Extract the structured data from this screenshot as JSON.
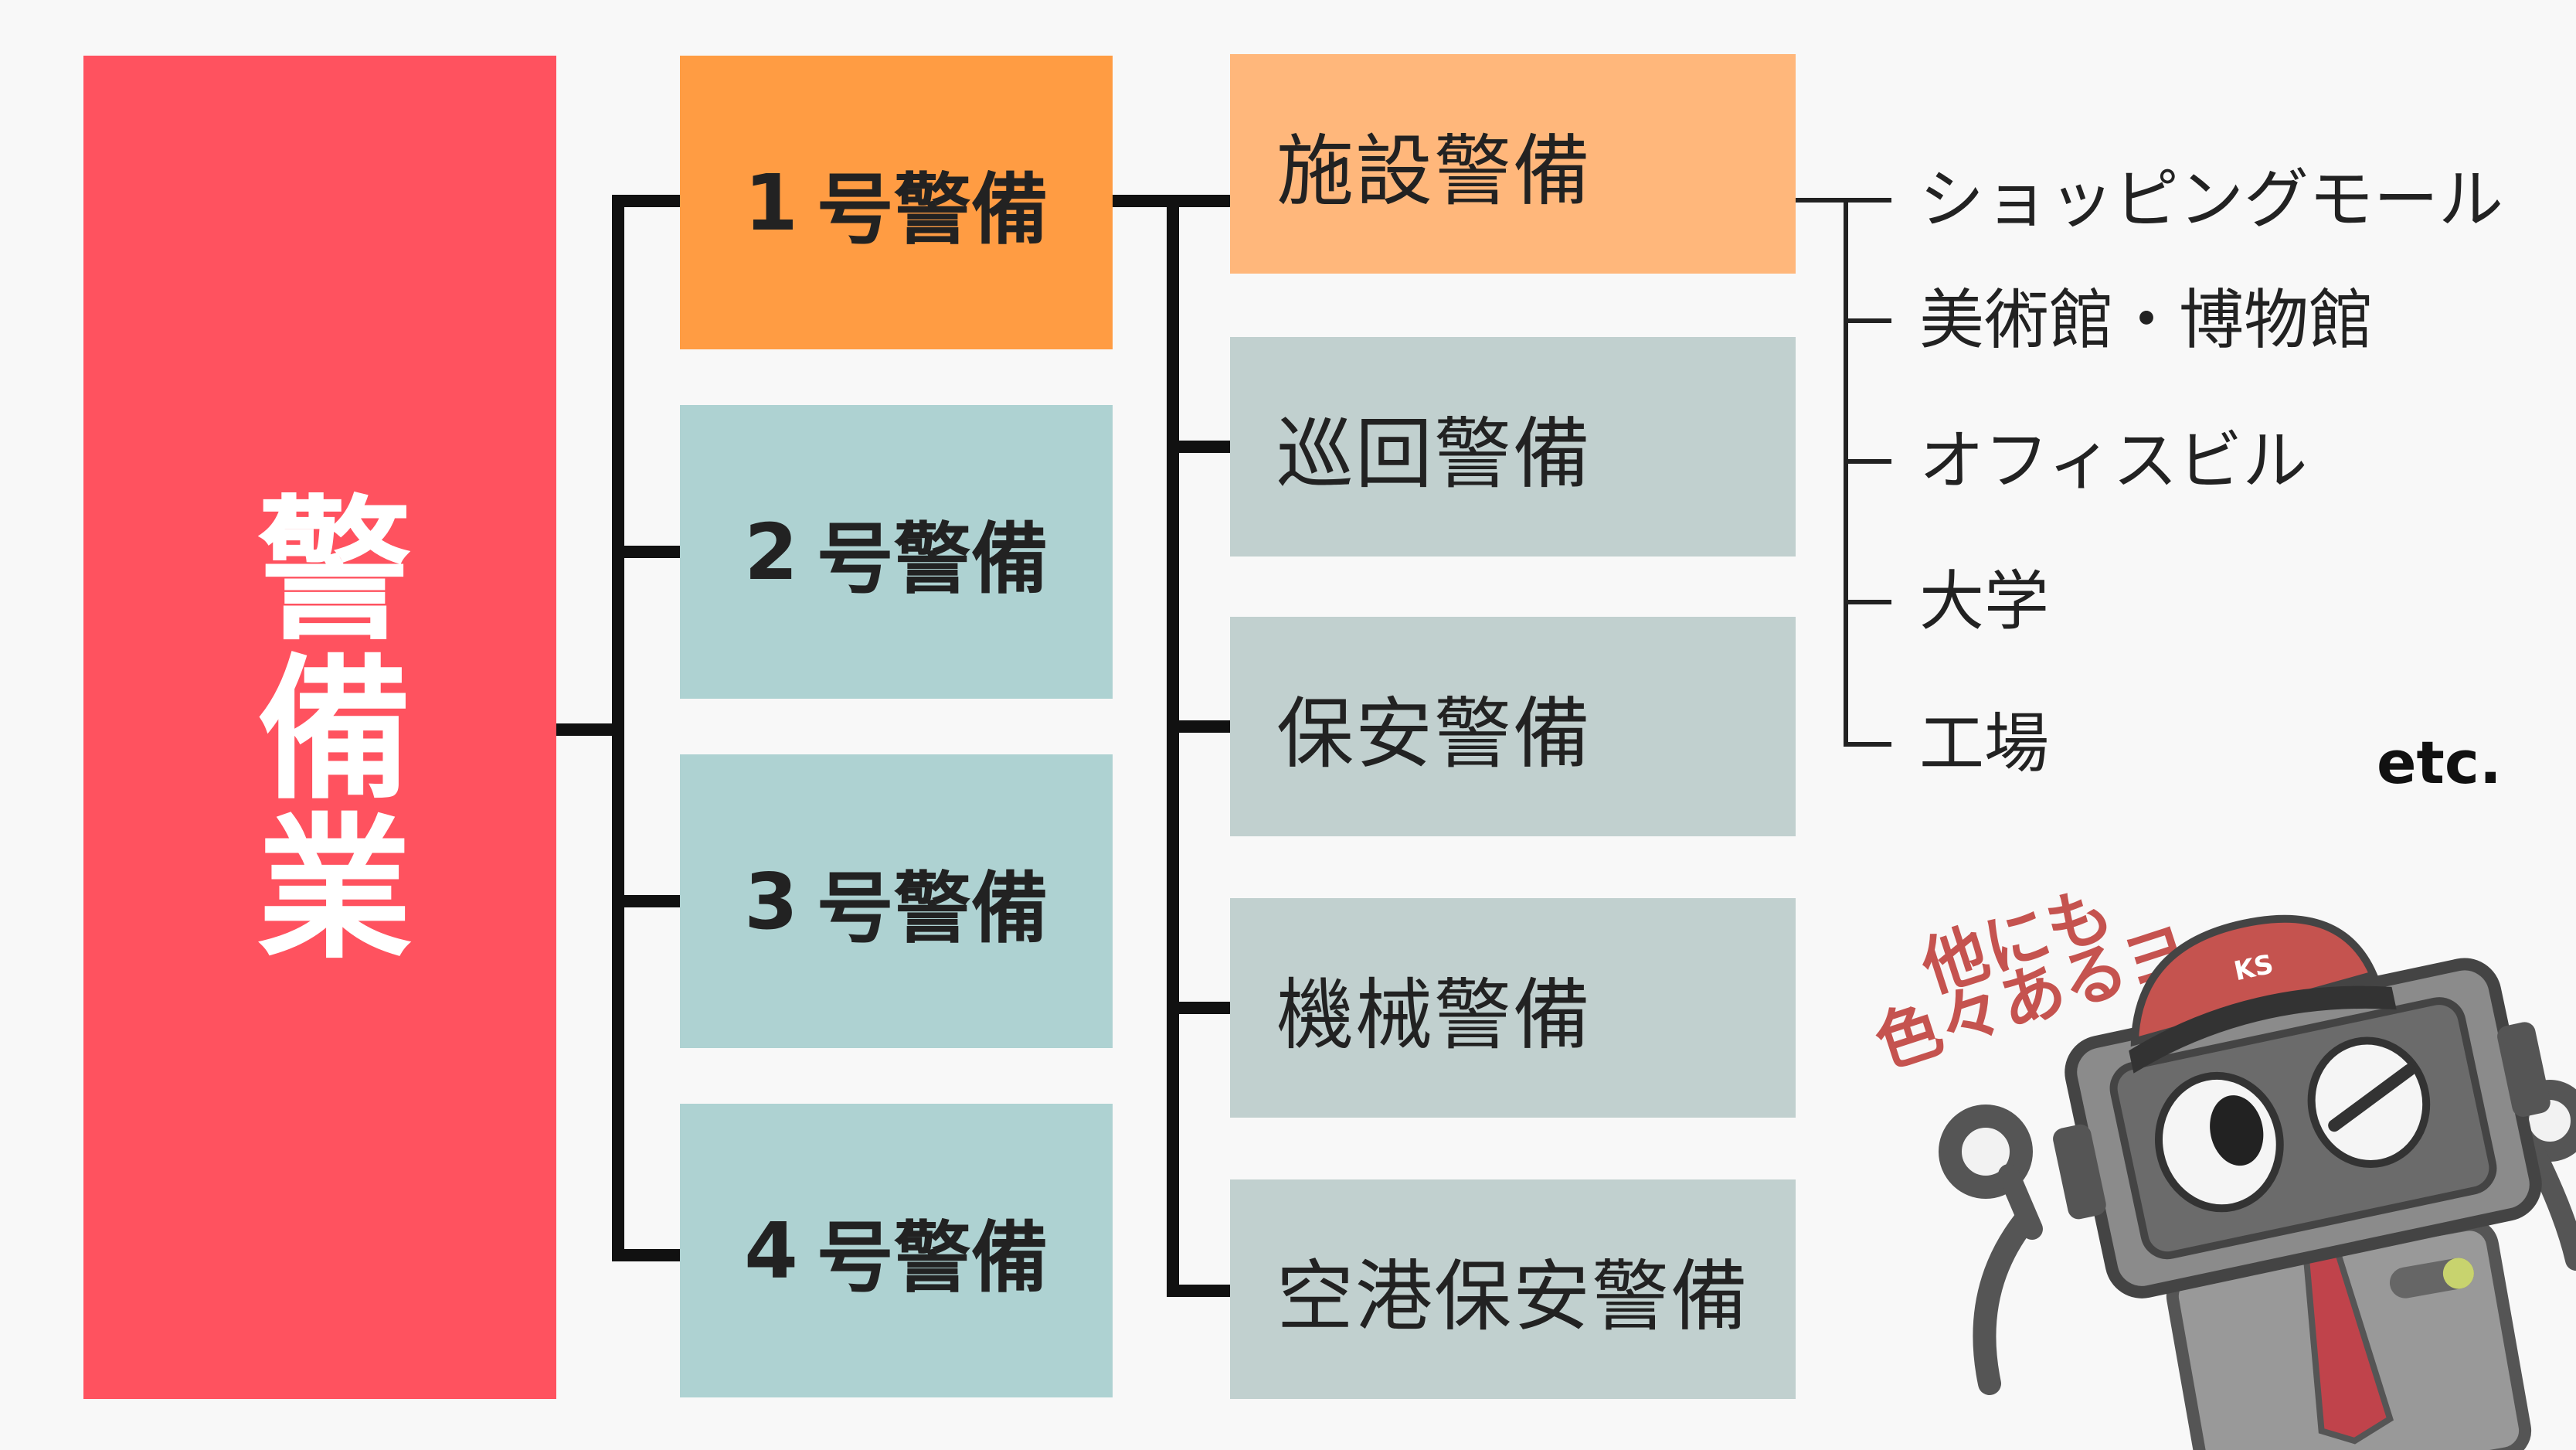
{
  "root": {
    "label": "警備業",
    "color": "#ff525f"
  },
  "level1": [
    {
      "num": "1",
      "label": "号警備",
      "active": true
    },
    {
      "num": "2",
      "label": "号警備",
      "active": false
    },
    {
      "num": "3",
      "label": "号警備",
      "active": false
    },
    {
      "num": "4",
      "label": "号警備",
      "active": false
    }
  ],
  "level2": [
    {
      "label": "施設警備",
      "active": true
    },
    {
      "label": "巡回警備",
      "active": false
    },
    {
      "label": "保安警備",
      "active": false
    },
    {
      "label": "機械警備",
      "active": false
    },
    {
      "label": "空港保安警備",
      "active": false
    }
  ],
  "leaves": [
    "ショッピングモール",
    "美術館・博物館",
    "オフィスビル",
    "大学",
    "工場"
  ],
  "etc": "etc.",
  "mascot": {
    "speech_line1": "他にも",
    "speech_line2": "色々あるヨ",
    "cap_text": "KS",
    "icon": "robot-mascot-icon"
  },
  "colors": {
    "active_level1": "#ff9c43",
    "active_level2": "#ffb77b",
    "inactive_level1": "#aed2d2",
    "inactive_level2": "#c1d0cf"
  }
}
